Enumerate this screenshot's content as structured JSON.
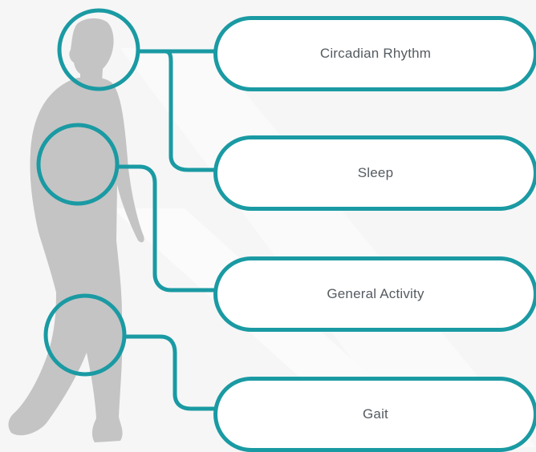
{
  "colors": {
    "background": "#f6f6f6",
    "accent": "#1a9aa3",
    "figure": "#c4c4c4",
    "label_text": "#555b60"
  },
  "figure_icon": "walking-person-silhouette",
  "labels": [
    "Circadian Rhythm",
    "Sleep",
    "General Activity",
    "Gait"
  ]
}
